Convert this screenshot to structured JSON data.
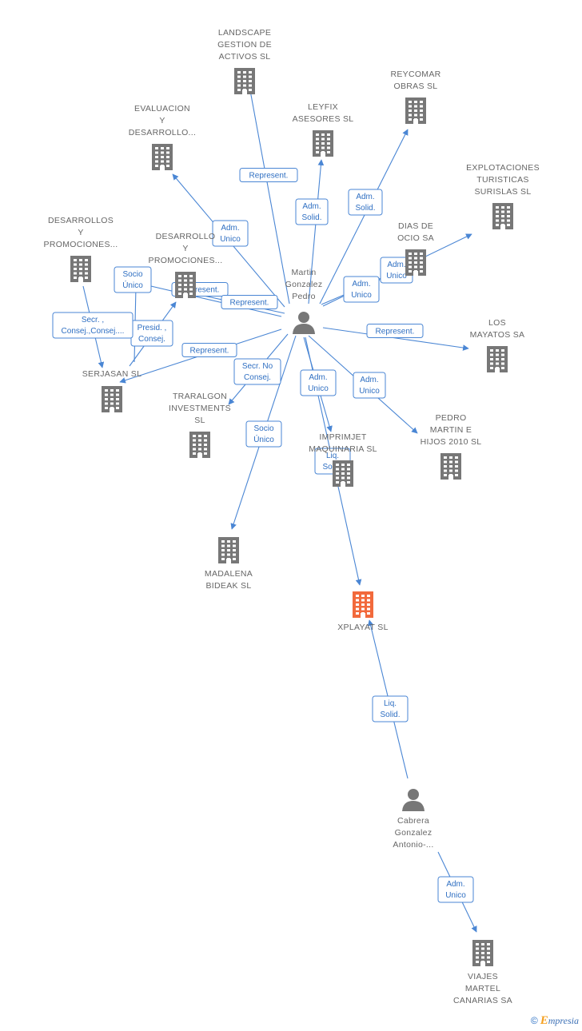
{
  "colors": {
    "edge": "#4a86d4",
    "company": "#777777",
    "company_highlight": "#f26a3c",
    "person": "#777777"
  },
  "nodes": [
    {
      "id": "martin",
      "type": "person",
      "lines": [
        "Martin",
        "Gonzalez",
        "Pedro"
      ]
    },
    {
      "id": "cabrera",
      "type": "person",
      "lines": [
        "Cabrera",
        "Gonzalez",
        "Antonio-..."
      ]
    },
    {
      "id": "landscape",
      "type": "company",
      "lines": [
        "LANDSCAPE",
        "GESTION DE",
        "ACTIVOS  SL"
      ]
    },
    {
      "id": "reycomar",
      "type": "company",
      "lines": [
        "REYCOMAR",
        "OBRAS SL"
      ]
    },
    {
      "id": "evaluacion",
      "type": "company",
      "lines": [
        "EVALUACION",
        "Y",
        "DESARROLLO..."
      ]
    },
    {
      "id": "leyfix",
      "type": "company",
      "lines": [
        "LEYFIX",
        "ASESORES SL"
      ]
    },
    {
      "id": "explotaciones",
      "type": "company",
      "lines": [
        "EXPLOTACIONES",
        "TURISTICAS",
        "SURISLAS SL"
      ]
    },
    {
      "id": "desarrollos",
      "type": "company",
      "lines": [
        "DESARROLLOS",
        "Y",
        "PROMOCIONES..."
      ]
    },
    {
      "id": "desarrollo2",
      "type": "company",
      "lines": [
        "DESARROLLO",
        "Y",
        "PROMOCIONES..."
      ]
    },
    {
      "id": "dias",
      "type": "company",
      "lines": [
        "DIAS DE",
        "OCIO SA"
      ]
    },
    {
      "id": "mayatos",
      "type": "company",
      "lines": [
        "LOS",
        "MAYATOS SA"
      ]
    },
    {
      "id": "serjasan",
      "type": "company",
      "lines": [
        "SERJASAN  SL"
      ]
    },
    {
      "id": "traralgon",
      "type": "company",
      "lines": [
        "TRARALGON",
        "INVESTMENTS",
        "SL"
      ]
    },
    {
      "id": "imprimjet",
      "type": "company",
      "lines": [
        "IMPRIMJET",
        "MAQUINARIA SL"
      ]
    },
    {
      "id": "pedro",
      "type": "company",
      "lines": [
        "PEDRO",
        "MARTIN E",
        "HIJOS 2010 SL"
      ]
    },
    {
      "id": "madalena",
      "type": "company",
      "lines": [
        "MADALENA",
        "BIDEAK SL"
      ]
    },
    {
      "id": "xplayat",
      "type": "company",
      "highlight": true,
      "lines": [
        "XPLAYAT SL"
      ]
    },
    {
      "id": "viajes",
      "type": "company",
      "lines": [
        "VIAJES",
        "MARTEL",
        "CANARIAS SA"
      ]
    }
  ],
  "edges": [
    {
      "from": "martin",
      "to": "landscape",
      "label": [
        "Represent."
      ]
    },
    {
      "from": "martin",
      "to": "evaluacion",
      "label": [
        "Adm.",
        "Unico"
      ]
    },
    {
      "from": "martin",
      "to": "leyfix",
      "label": [
        "Adm.",
        "Solid."
      ]
    },
    {
      "from": "martin",
      "to": "reycomar",
      "label": [
        "Adm.",
        "Solid."
      ]
    },
    {
      "from": "martin",
      "to": "explotaciones",
      "label": [
        "Adm.",
        "Unico"
      ]
    },
    {
      "from": "martin",
      "to": "dias",
      "label": [
        "Adm.",
        "Unico"
      ]
    },
    {
      "from": "martin",
      "to": "mayatos",
      "label": [
        "Represent."
      ]
    },
    {
      "from": "martin",
      "to": "desarrollo2",
      "label": [
        "Represent."
      ]
    },
    {
      "from": "martin",
      "to": "desarrollos",
      "label": [
        "Represent."
      ]
    },
    {
      "from": "martin",
      "to": "serjasan",
      "label": [
        "Represent."
      ]
    },
    {
      "from": "martin",
      "to": "traralgon",
      "label": [
        "Secr.  No",
        "Consej."
      ]
    },
    {
      "from": "martin",
      "to": "madalena",
      "label": [
        "Socio",
        "Único"
      ]
    },
    {
      "from": "martin",
      "to": "imprimjet",
      "label": [
        "Adm.",
        "Unico"
      ]
    },
    {
      "from": "martin",
      "to": "pedro",
      "label": [
        "Adm.",
        "Unico"
      ]
    },
    {
      "from": "martin",
      "to": "xplayat",
      "label": [
        "Liq.",
        "Solid."
      ]
    },
    {
      "from": "serjasan",
      "to": "desarrollos",
      "label": [
        "Socio",
        "Único"
      ]
    },
    {
      "from": "serjasan",
      "to": "desarrollo2",
      "label": [
        "Presid. ,",
        "Consej."
      ]
    },
    {
      "from": "desarrollos",
      "to": "serjasan",
      "label": [
        "Secr. ,",
        "Consej.,Consej...."
      ]
    },
    {
      "from": "cabrera",
      "to": "xplayat",
      "label": [
        "Liq.",
        "Solid."
      ]
    },
    {
      "from": "cabrera",
      "to": "viajes",
      "label": [
        "Adm.",
        "Unico"
      ]
    }
  ],
  "credit": {
    "symbol": "©",
    "brand_initial": "E",
    "brand_rest": "mpresia"
  }
}
